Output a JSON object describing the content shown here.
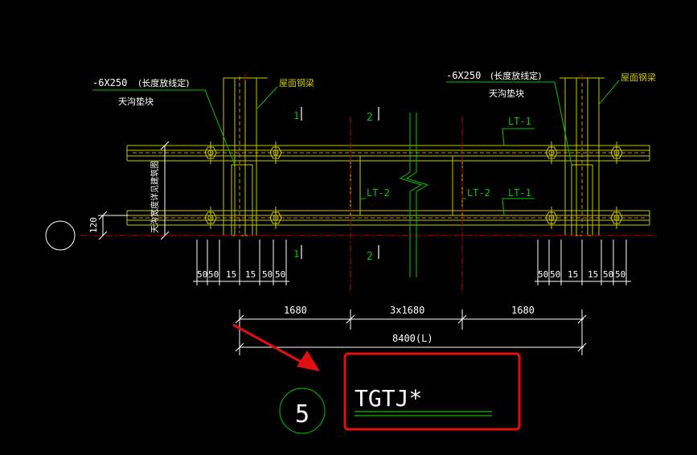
{
  "drawing": {
    "left_callout": {
      "dimension": "-6X250",
      "note": "(长度放线定)",
      "label": "天沟垫块"
    },
    "right_callout": {
      "dimension": "-6X250",
      "note": "(长度放线定)",
      "label": "天沟垫块"
    },
    "left_roof_beam": "屋面钢梁",
    "right_roof_beam": "屋面钢梁",
    "vertical_note": "天沟宽度详见建筑图",
    "section_marks": {
      "left": "1",
      "middle": "2"
    },
    "members": {
      "lt1_top": "LT-1",
      "lt1_bottom": "LT-1",
      "lt2_left": "LT-2",
      "lt2_right": "LT-2"
    },
    "dims": {
      "left_bottom": [
        "50",
        "50",
        "15",
        "15",
        "50",
        "50"
      ],
      "right_bottom": [
        "50",
        "50",
        "15",
        "15",
        "50",
        "50"
      ],
      "vertical_120": "120",
      "span_left": "1680",
      "span_mid": "3x1680",
      "span_right": "1680",
      "total": "8400(L)"
    },
    "detail_number": "5",
    "detail_title": "TGTJ*"
  },
  "colors": {
    "background": "#000000",
    "steel": "#c8c800",
    "dim_line": "#ffffff",
    "leader": "#00c800",
    "center_line": "#d00000",
    "highlight": "#e01010",
    "hidden": "#c89000"
  }
}
